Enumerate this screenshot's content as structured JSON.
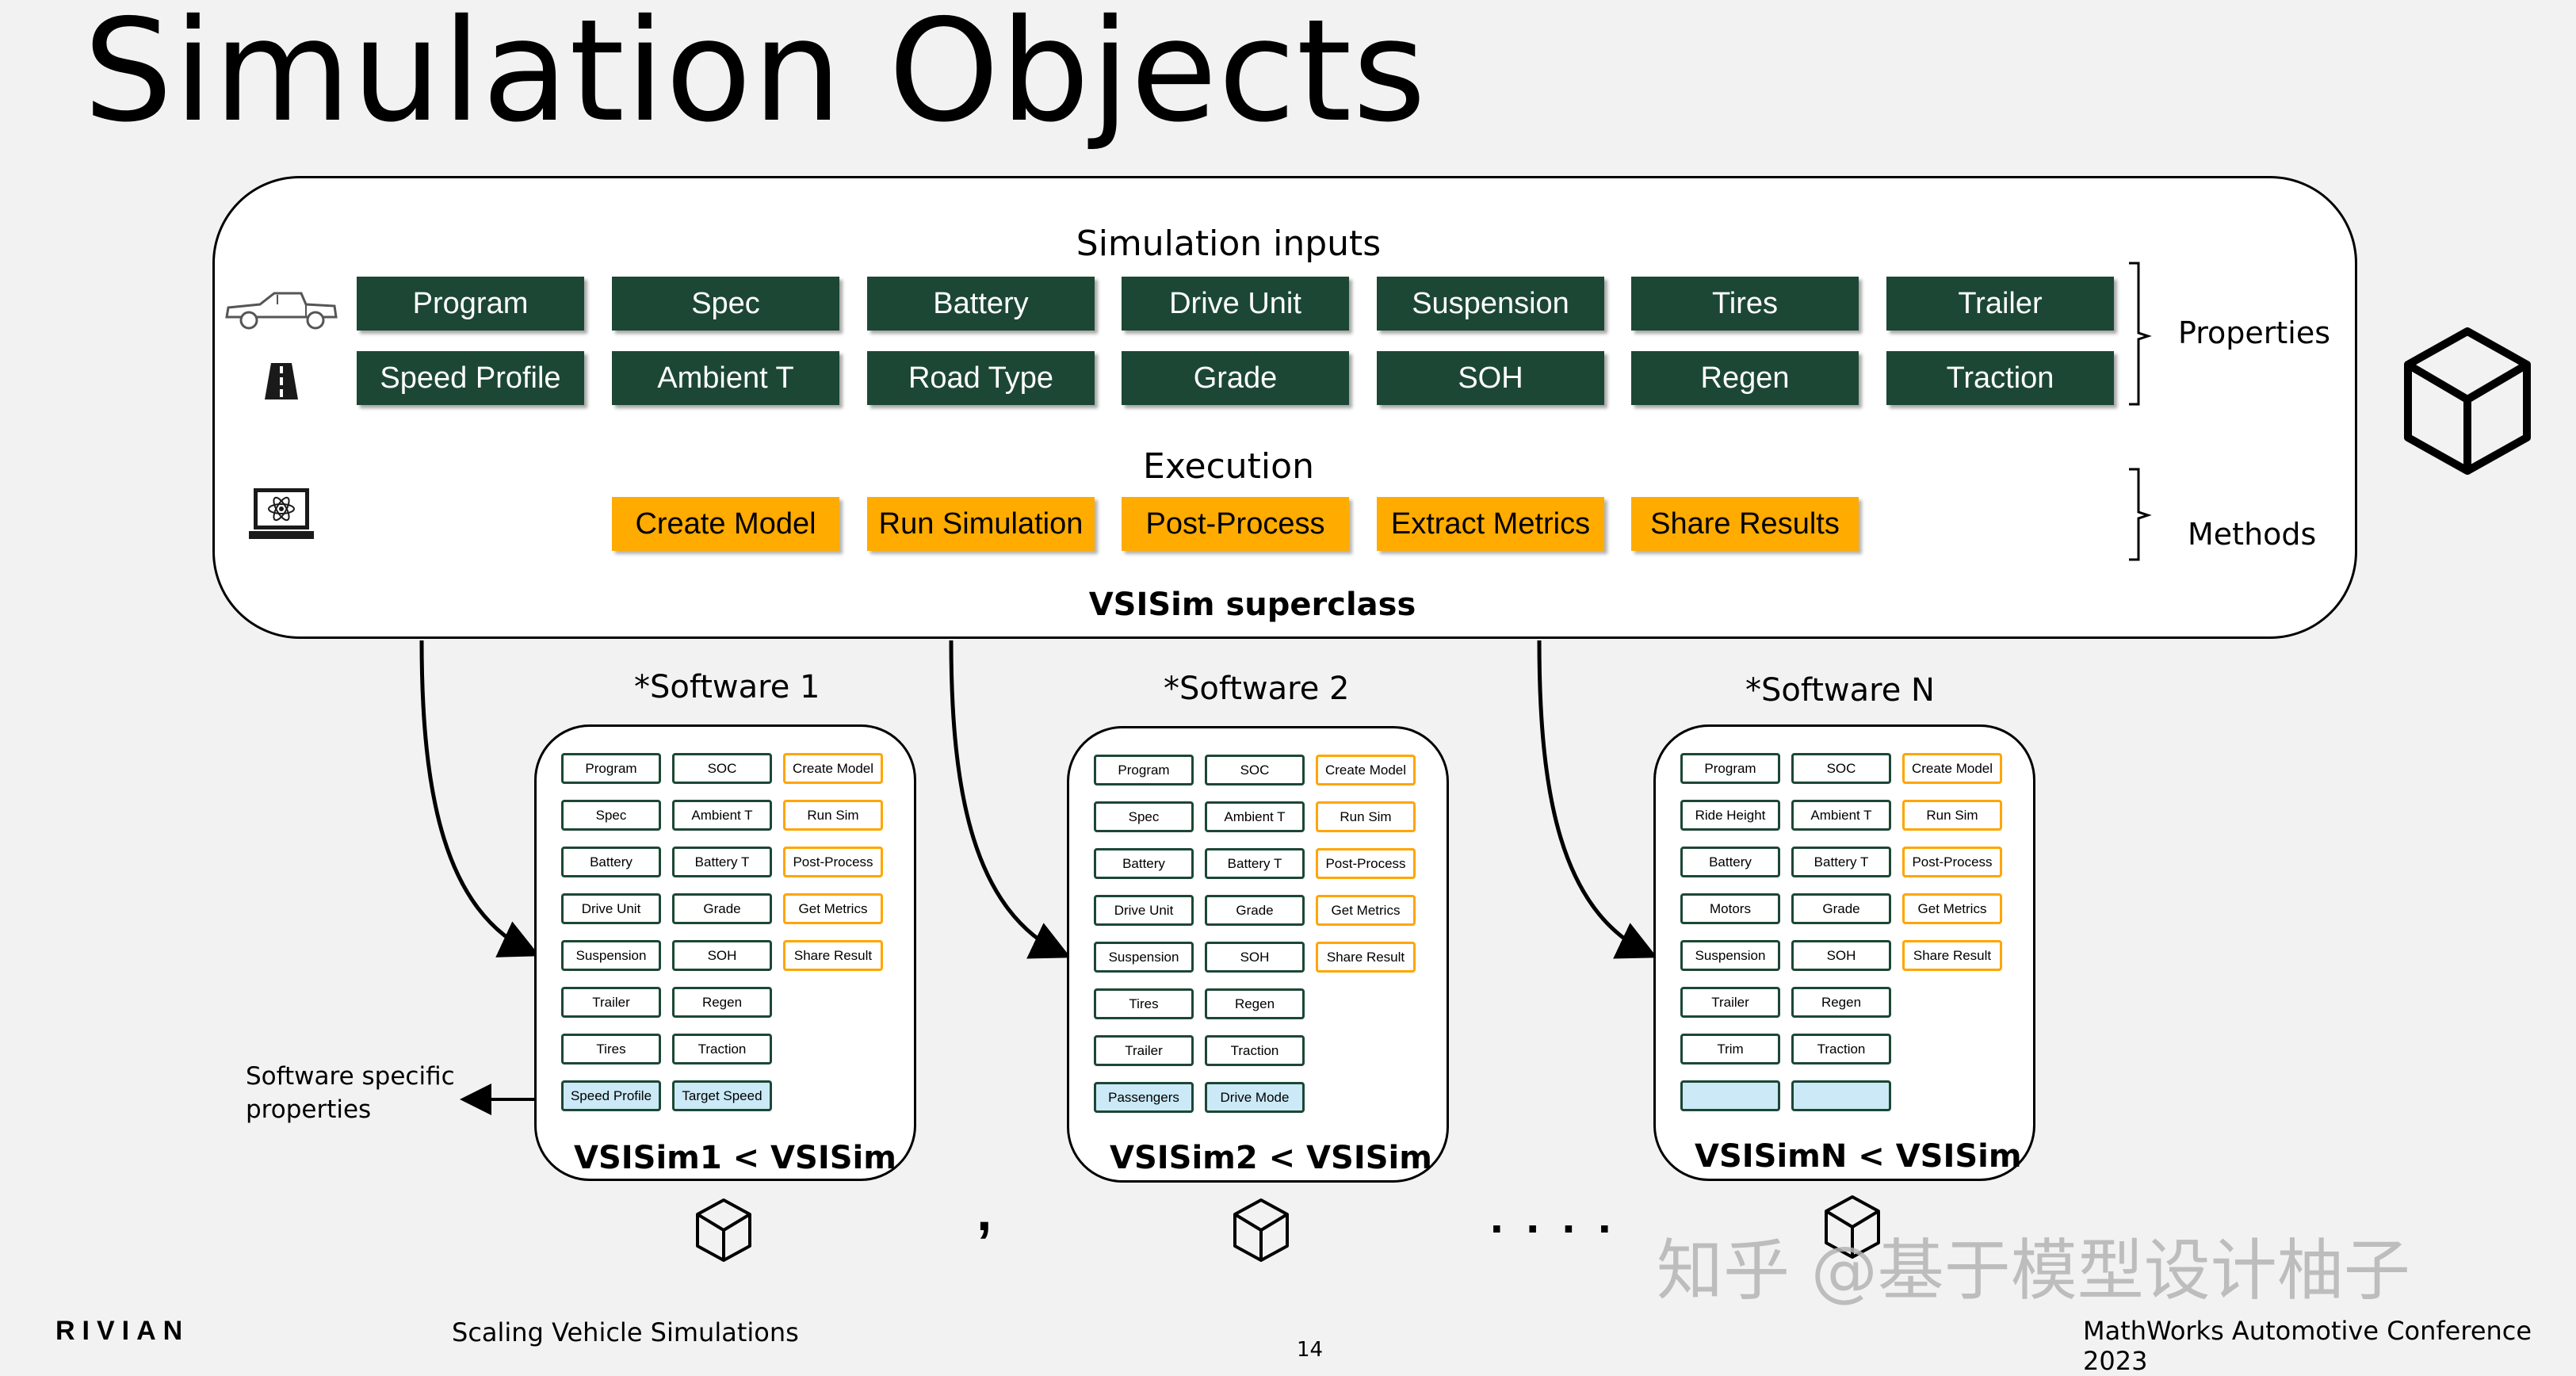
{
  "slide": {
    "title": "Simulation Objects",
    "page_number": "14"
  },
  "superclass": {
    "inputs_heading": "Simulation inputs",
    "execution_heading": "Execution",
    "label": "VSISim superclass",
    "properties_row1": [
      "Program",
      "Spec",
      "Battery",
      "Drive Unit",
      "Suspension",
      "Tires",
      "Trailer"
    ],
    "properties_row2": [
      "Speed Profile",
      "Ambient T",
      "Road Type",
      "Grade",
      "SOH",
      "Regen",
      "Traction"
    ],
    "methods": [
      "Create Model",
      "Run Simulation",
      "Post-Process",
      "Extract Metrics",
      "Share Results"
    ],
    "properties_label": "Properties",
    "methods_label": "Methods"
  },
  "subclasses": [
    {
      "title": "*Software 1",
      "label": "VSISim1 < VSISim",
      "col1": [
        "Program",
        "Spec",
        "Battery",
        "Drive Unit",
        "Suspension",
        "Trailer",
        "Tires"
      ],
      "col2": [
        "SOC",
        "Ambient T",
        "Battery T",
        "Grade",
        "SOH",
        "Regen",
        "Traction"
      ],
      "methods": [
        "Create Model",
        "Run Sim",
        "Post-Process",
        "Get Metrics",
        "Share Result"
      ],
      "specific": [
        "Speed Profile",
        "Target Speed"
      ]
    },
    {
      "title": "*Software 2",
      "label": "VSISim2 < VSISim",
      "col1": [
        "Program",
        "Spec",
        "Battery",
        "Drive Unit",
        "Suspension",
        "Tires",
        "Trailer"
      ],
      "col2": [
        "SOC",
        "Ambient T",
        "Battery T",
        "Grade",
        "SOH",
        "Regen",
        "Traction"
      ],
      "methods": [
        "Create Model",
        "Run Sim",
        "Post-Process",
        "Get Metrics",
        "Share Result"
      ],
      "specific": [
        "Passengers",
        "Drive Mode"
      ]
    },
    {
      "title": "*Software N",
      "label": "VSISimN < VSISim",
      "col1": [
        "Program",
        "Ride Height",
        "Battery",
        "Motors",
        "Suspension",
        "Trailer",
        "Trim"
      ],
      "col2": [
        "SOC",
        "Ambient T",
        "Battery T",
        "Grade",
        "SOH",
        "Regen",
        "Traction"
      ],
      "methods": [
        "Create Model",
        "Run Sim",
        "Post-Process",
        "Get Metrics",
        "Share Result"
      ],
      "specific": [
        "",
        ""
      ]
    }
  ],
  "annotation": {
    "line1": "Software specific",
    "line2": "properties"
  },
  "separators": {
    "comma": ",",
    "ellipsis": ". . . ."
  },
  "footer": {
    "brand": "RIVIAN",
    "center": "Scaling Vehicle Simulations",
    "right": "MathWorks Automotive Conference 2023"
  },
  "watermark": "知乎 @基于模型设计柚子",
  "icons": [
    "pickup-truck-icon",
    "road-icon",
    "laptop-icon",
    "cube-icon"
  ],
  "colors": {
    "property_chip": "#1c4735",
    "method_chip": "#ffab00",
    "highlight_ellipse": "#c0392b",
    "specific_property_fill": "#cbe9f6"
  }
}
